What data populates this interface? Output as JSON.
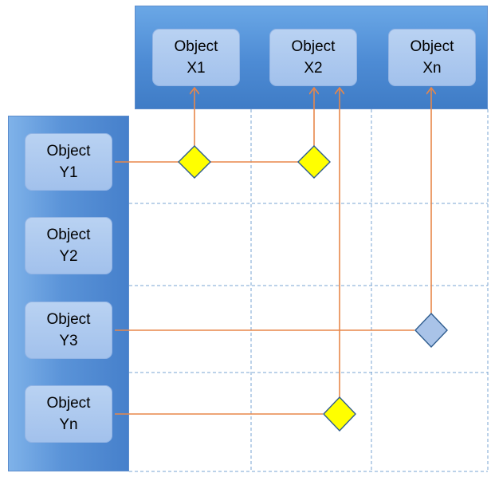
{
  "top_objects": [
    {
      "line1": "Object",
      "line2": "X1"
    },
    {
      "line1": "Object",
      "line2": "X2"
    },
    {
      "line1": "Object",
      "line2": "Xn"
    }
  ],
  "left_objects": [
    {
      "line1": "Object",
      "line2": "Y1"
    },
    {
      "line1": "Object",
      "line2": "Y2"
    },
    {
      "line1": "Object",
      "line2": "Y3"
    },
    {
      "line1": "Object",
      "line2": "Yn"
    }
  ],
  "colors": {
    "connector": "#e8874a",
    "grid": "#7aa4d3",
    "diamond_active": "#ffff00",
    "diamond_inactive": "#a9c3e8",
    "diamond_stroke": "#2f5d8f"
  }
}
